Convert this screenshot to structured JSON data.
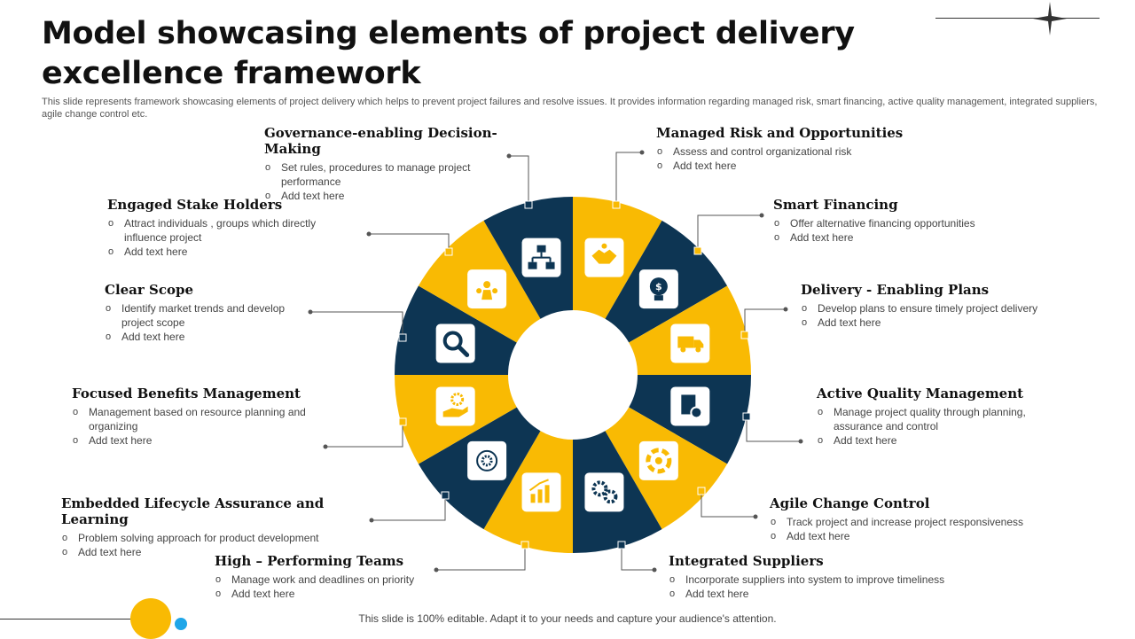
{
  "title": "Model showcasing elements of project delivery excellence framework",
  "subtitle": "This slide represents framework showcasing elements of project delivery which helps to prevent project failures and resolve issues. It provides information regarding managed risk, smart financing, active quality management, integrated suppliers, agile change control etc.",
  "footer": "This slide is 100% editable. Adapt it to your needs and capture your audience's attention.",
  "colors": {
    "navy": "#0d3553",
    "yellow": "#f9ba03",
    "icon_bg": "#ffffff",
    "accent_blue": "#1fa6e8"
  },
  "segments": [
    {
      "icon": "handshake-icon",
      "color": "yellow"
    },
    {
      "icon": "lightbulb-dollar-icon",
      "color": "navy"
    },
    {
      "icon": "delivery-truck-icon",
      "color": "yellow"
    },
    {
      "icon": "quality-document-gear-icon",
      "color": "navy"
    },
    {
      "icon": "agile-cycle-icon",
      "color": "yellow"
    },
    {
      "icon": "supplier-gears-icon",
      "color": "navy"
    },
    {
      "icon": "growth-chart-icon",
      "color": "yellow"
    },
    {
      "icon": "lifecycle-gear-icon",
      "color": "navy"
    },
    {
      "icon": "hand-gear-icon",
      "color": "yellow"
    },
    {
      "icon": "magnifier-icon",
      "color": "navy"
    },
    {
      "icon": "stakeholder-group-icon",
      "color": "yellow"
    },
    {
      "icon": "org-chart-icon",
      "color": "navy"
    }
  ],
  "items": {
    "governance": {
      "title": "Governance-enabling Decision- Making",
      "bullets": [
        "Set rules, procedures to manage project performance",
        "Add text here"
      ]
    },
    "managed_risk": {
      "title": "Managed Risk and Opportunities",
      "bullets": [
        "Assess and control organizational risk",
        "Add text here"
      ]
    },
    "engaged": {
      "title": "Engaged Stake Holders",
      "bullets": [
        "Attract individuals , groups which directly influence project",
        "Add text here"
      ]
    },
    "smart_financing": {
      "title": "Smart Financing",
      "bullets": [
        "Offer alternative financing opportunities",
        "Add text here"
      ]
    },
    "clear_scope": {
      "title": "Clear Scope",
      "bullets": [
        "Identify market trends and develop project scope",
        "Add text here"
      ]
    },
    "delivery_plans": {
      "title": "Delivery - Enabling Plans",
      "bullets": [
        "Develop plans to ensure timely project delivery",
        "Add text here"
      ]
    },
    "focused_benefits": {
      "title": "Focused Benefits Management",
      "bullets": [
        "Management based on resource planning and organizing",
        "Add text here"
      ]
    },
    "active_quality": {
      "title": "Active Quality Management",
      "bullets": [
        "Manage project quality through planning, assurance and control",
        "Add text here"
      ]
    },
    "embedded_lifecycle": {
      "title": "Embedded Lifecycle Assurance and Learning",
      "bullets": [
        "Problem solving approach for product development",
        "Add text here"
      ]
    },
    "agile_change": {
      "title": "Agile Change Control",
      "bullets": [
        "Track project and increase project responsiveness",
        "Add text here"
      ]
    },
    "high_performing": {
      "title": "High – Performing Teams",
      "bullets": [
        "Manage work and deadlines on priority",
        "Add text here"
      ]
    },
    "integrated_suppliers": {
      "title": "Integrated Suppliers",
      "bullets": [
        "Incorporate suppliers into system to improve timeliness",
        "Add text here"
      ]
    }
  }
}
